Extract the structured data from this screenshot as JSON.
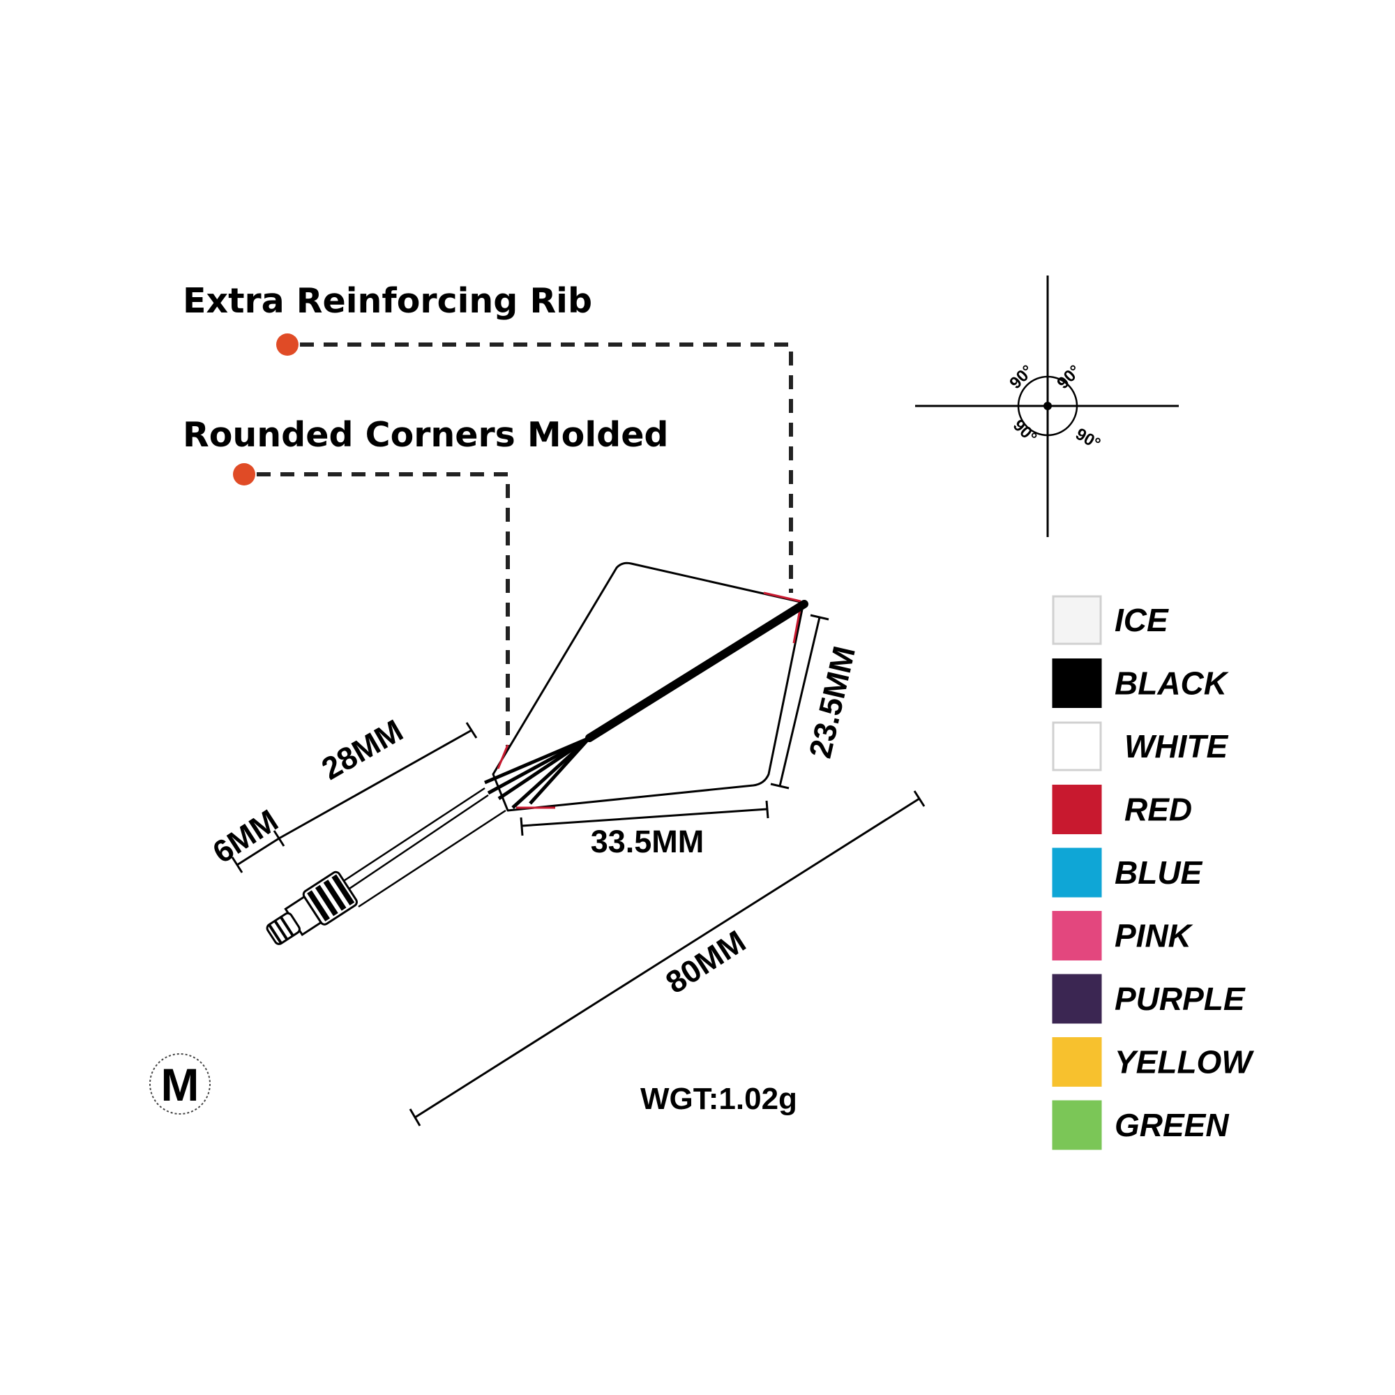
{
  "callouts": {
    "rib": "Extra Reinforcing Rib",
    "corners": "Rounded Corners Molded"
  },
  "dimensions": {
    "stem_top": "6MM",
    "stem_length": "28MM",
    "flight_width": "23.5MM",
    "flight_length": "33.5MM",
    "total_length": "80MM"
  },
  "angle_label": "90°",
  "weight": "WGT:1.02g",
  "size_badge": "M",
  "colors": [
    {
      "name": "ICE",
      "hex": "#f4f4f4"
    },
    {
      "name": "BLACK",
      "hex": "#000000"
    },
    {
      "name": "WHITE",
      "hex": "#ffffff"
    },
    {
      "name": "RED",
      "hex": "#c8192f"
    },
    {
      "name": "BLUE",
      "hex": "#0fa6d6"
    },
    {
      "name": "PINK",
      "hex": "#e3477e"
    },
    {
      "name": "PURPLE",
      "hex": "#3b2652"
    },
    {
      "name": "YELLOW",
      "hex": "#f7c12e"
    },
    {
      "name": "GREEN",
      "hex": "#7bc657"
    }
  ],
  "accent_dot_color": "#e04b26"
}
